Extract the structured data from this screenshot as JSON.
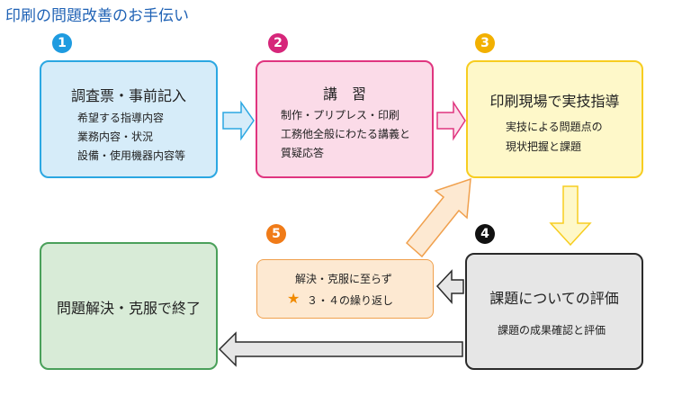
{
  "title": "印刷の問題改善のお手伝い",
  "steps": [
    {
      "num": "1",
      "head": "調査票・事前記入",
      "lines": [
        "希望する指導内容",
        "業務内容・状況",
        "設備・使用機器内容等"
      ]
    },
    {
      "num": "2",
      "head": "講　習",
      "lines": [
        "制作・プリプレス・印刷",
        "工務他全般にわたる講義と",
        "質疑応答"
      ]
    },
    {
      "num": "3",
      "head": "印刷現場で実技指導",
      "lines": [
        "実技による問題点の",
        "現状把握と課題"
      ]
    },
    {
      "num": "4",
      "head": "課題についての評価",
      "lines": [
        "課題の成果確認と評価"
      ]
    },
    {
      "num": "5",
      "lines": [
        "解決・克服に至らず",
        "３・４の繰り返し"
      ],
      "star": "★"
    }
  ],
  "final": {
    "head": "問題解決・克服で終了"
  },
  "colors": {
    "title": "#1f62b5",
    "badge1": "#1e9be0",
    "badge2": "#d6267a",
    "badge3": "#f2b000",
    "badge4": "#111111",
    "badge5": "#f07b18",
    "box1_fill": "#d6ecf9",
    "box1_border": "#2ba7e2",
    "box2_fill": "#fbdbe8",
    "box2_border": "#e0357f",
    "box3_fill": "#fef8c9",
    "box3_border": "#f7cd20",
    "box4_fill": "#e6e6e6",
    "box4_border": "#2a2a2a",
    "box5_fill": "#fde9d2",
    "box5_border": "#f0a04d",
    "final_fill": "#d8ebd7",
    "final_border": "#4aa05a",
    "star": "#f08a00"
  }
}
